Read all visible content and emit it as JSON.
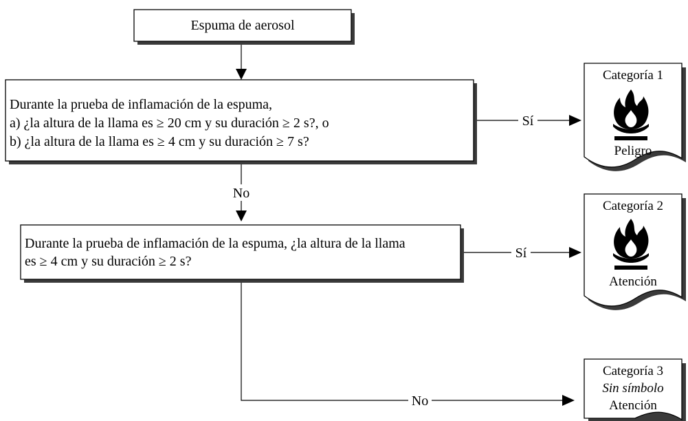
{
  "start": {
    "label": "Espuma de aerosol"
  },
  "question1": {
    "lines": [
      "Durante la prueba de inflamación de la espuma,",
      "a) ¿la altura de la llama es ≥ 20 cm y su duración ≥ 2 s?, o",
      "b) ¿la altura de la llama es ≥ 4 cm y su duración ≥ 7 s?"
    ]
  },
  "question2": {
    "lines": [
      "Durante la prueba de inflamación de la espuma, ¿la altura de la llama",
      "es ≥ 4 cm y su duración ≥ 2 s?"
    ]
  },
  "edges": {
    "q1_yes": "Sí",
    "q1_no": "No",
    "q2_yes": "Sí",
    "q2_no": "No"
  },
  "results": {
    "category1": {
      "title": "Categoría 1",
      "symbol": "flame-icon",
      "signal": "Peligro"
    },
    "category2": {
      "title": "Categoría 2",
      "symbol": "flame-icon",
      "signal": "Atención"
    },
    "category3": {
      "title": "Categoría 3",
      "symbol_text": "Sin símbolo",
      "signal": "Atención"
    }
  },
  "colors": {
    "line": "#000000",
    "shadow": "#3a3a3a",
    "background": "#ffffff"
  }
}
